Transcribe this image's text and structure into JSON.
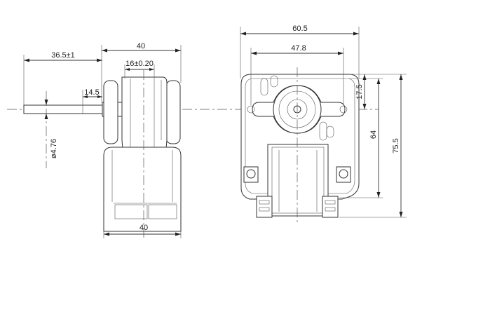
{
  "dimensions": {
    "side_view": {
      "shaft_length": "36.5±1",
      "top_width": "40",
      "bearing_width": "16±0.20",
      "shaft_step": "14.5",
      "shaft_diameter": "ø4.76",
      "bottom_width": "40"
    },
    "front_view": {
      "overall_width": "60.5",
      "hole_spacing": "47.8",
      "top_offset": "17.5",
      "hole_height": "64",
      "overall_height": "75.5"
    }
  }
}
